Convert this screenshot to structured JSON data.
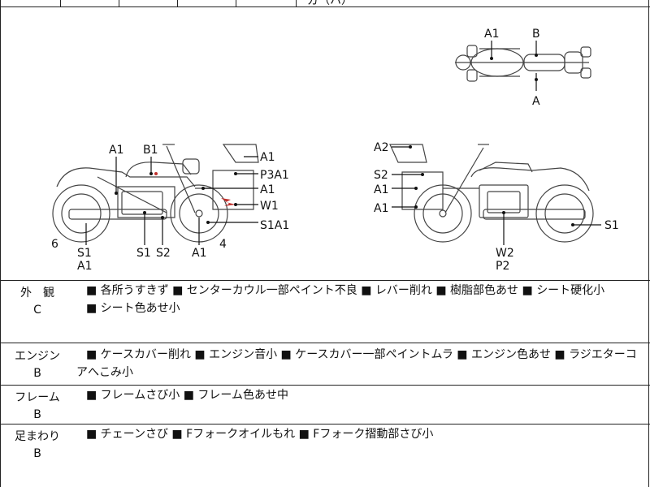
{
  "header": {
    "partial_text": "ガ（ハ）"
  },
  "diagram": {
    "top_view": {
      "labels": [
        "A1",
        "B",
        "A"
      ]
    },
    "left_side": {
      "labels": [
        "A1",
        "B1",
        "A1",
        "P3A1",
        "A1",
        "W1",
        "S1A1",
        "6",
        "S1",
        "A1",
        "S1",
        "S2",
        "A1",
        "4"
      ]
    },
    "right_side": {
      "labels": [
        "A2",
        "S2",
        "A1",
        "A1",
        "S1",
        "W2",
        "P2"
      ]
    }
  },
  "inspection": [
    {
      "category": "外　観",
      "grade": "C",
      "notes_line1": "■ 各所うすきず ■ センターカウル一部ペイント不良 ■ レバー削れ ■ 樹脂部色あせ ■ シート硬化小",
      "notes_line2": "■ シート色あせ小"
    },
    {
      "category": "エンジン",
      "grade": "B",
      "notes_line1": "■ ケースカバー削れ ■ エンジン音小 ■ ケースカバー一部ペイントムラ ■ エンジン色あせ ■ ラジエターコ",
      "notes_line2": "アへこみ小"
    },
    {
      "category": "フレーム",
      "grade": "B",
      "notes_line1": "■ フレームさび小 ■ フレーム色あせ中",
      "notes_line2": ""
    },
    {
      "category": "足まわり",
      "grade": "B",
      "notes_line1": "■ チェーンさび ■ Fフォークオイルもれ ■ Fフォーク摺動部さび小",
      "notes_line2": ""
    }
  ]
}
